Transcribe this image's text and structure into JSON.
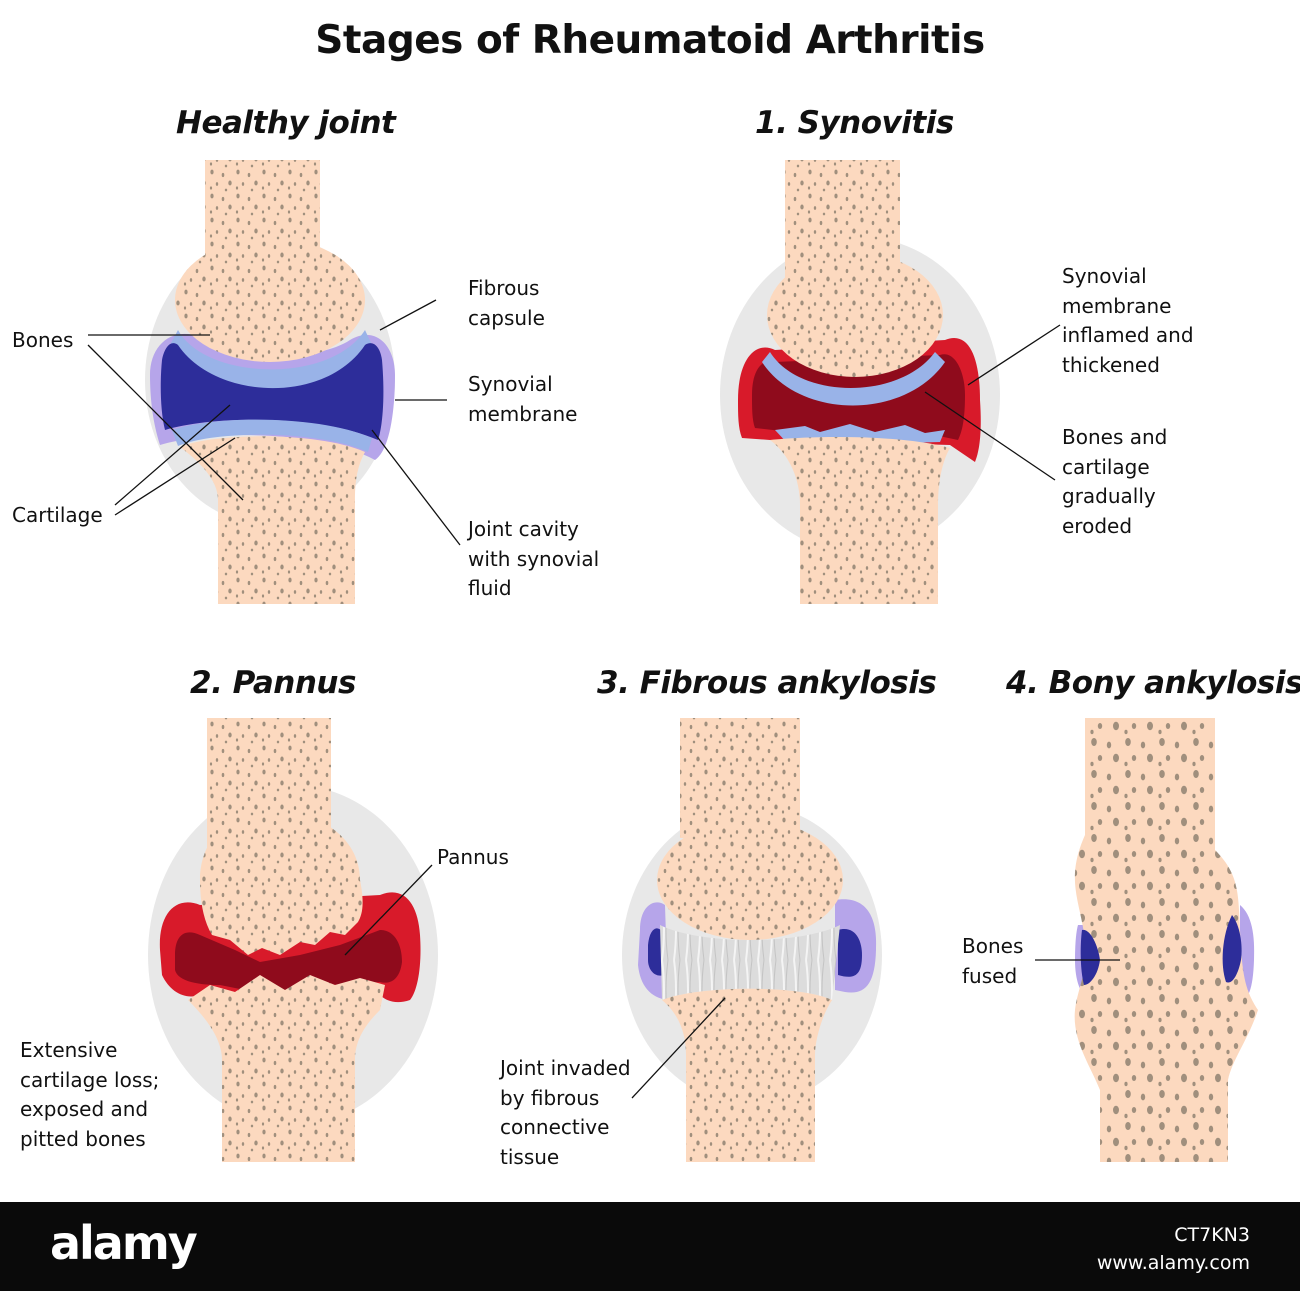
{
  "title": "Stages of Rheumatoid Arthritis",
  "colors": {
    "bone": "#fcd9bf",
    "bone_pores": "#a08f7d",
    "capsule": "#e8e8e8",
    "synovial_membrane": "#b6a5ea",
    "cartilage": "#99b3e8",
    "synovial_fluid": "#2d2d9a",
    "inflamed": "#d81a2a",
    "inflamed_dark": "#8f0b1c",
    "fibrous_tissue": "#dcdcdc",
    "footer": "#0a0a0a"
  },
  "panels": {
    "healthy": {
      "title": "Healthy joint",
      "labels": {
        "bones": "Bones",
        "cartilage": "Cartilage",
        "fibrous_capsule": "Fibrous\ncapsule",
        "synovial_membrane": "Synovial\nmembrane",
        "joint_cavity": "Joint cavity\nwith synovial\nfluid"
      }
    },
    "synovitis": {
      "title": "1. Synovitis",
      "labels": {
        "membrane_inflamed": "Synovial\nmembrane\ninflamed and\nthickened",
        "eroded": "Bones and\ncartilage\ngradually\neroded"
      }
    },
    "pannus": {
      "title": "2. Pannus",
      "labels": {
        "pannus": "Pannus",
        "cartilage_loss": "Extensive\ncartilage loss;\nexposed and\npitted bones"
      }
    },
    "fibrous": {
      "title": "3. Fibrous ankylosis",
      "labels": {
        "invaded": "Joint invaded\nby fibrous\nconnective\ntissue"
      }
    },
    "bony": {
      "title": "4. Bony ankylosis",
      "labels": {
        "fused": "Bones\nfused"
      }
    }
  },
  "footer": {
    "logo": "alamy",
    "image_id": "CT7KN3",
    "site": "www.alamy.com"
  }
}
